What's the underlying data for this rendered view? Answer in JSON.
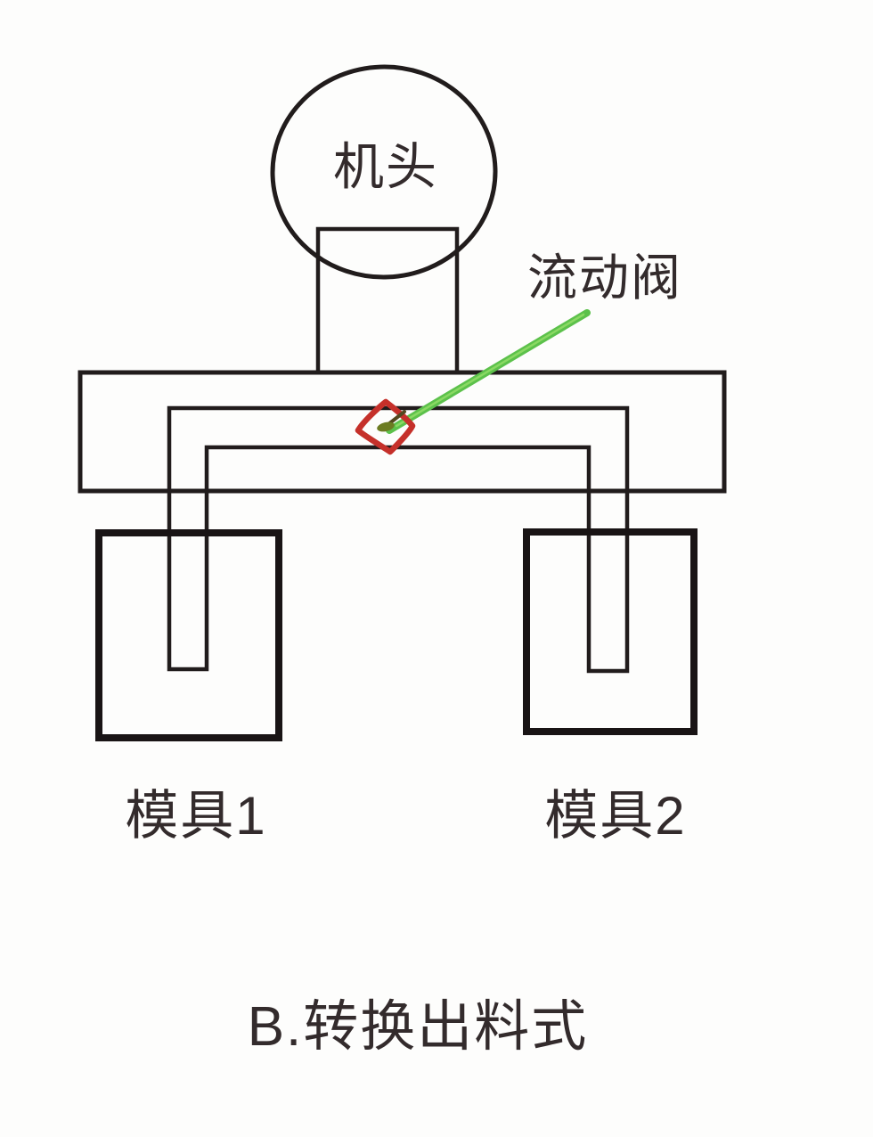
{
  "figure": {
    "machine_head_label": "机头",
    "flow_valve_label": "流动阀",
    "mold1_label": "模具1",
    "mold2_label": "模具2",
    "caption": "B.转换出料式"
  },
  "colors": {
    "background": "#fdfdfc",
    "line": "#211c1c",
    "mold-border": "#191415",
    "text": "#332b2c",
    "arrow-green": "#5cc14b",
    "arrow-green-light": "#8fdc66",
    "valve-red": "#c5302a",
    "valve-tip-dark": "#53481e",
    "valve-tip-olive": "#6c7c22"
  }
}
